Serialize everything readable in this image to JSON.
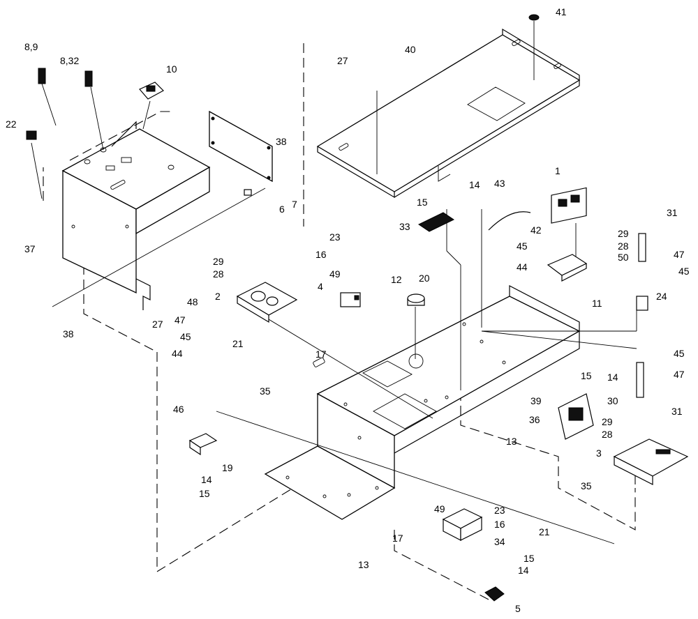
{
  "callouts": [
    {
      "id": "c-1",
      "text": "1"
    },
    {
      "id": "c-2",
      "text": "2"
    },
    {
      "id": "c-3",
      "text": "3"
    },
    {
      "id": "c-4",
      "text": "4"
    },
    {
      "id": "c-5",
      "text": "5"
    },
    {
      "id": "c-6",
      "text": "6"
    },
    {
      "id": "c-7",
      "text": "7"
    },
    {
      "id": "c-8-9",
      "text": "8,9"
    },
    {
      "id": "c-8-32",
      "text": "8,32"
    },
    {
      "id": "c-10",
      "text": "10"
    },
    {
      "id": "c-11",
      "text": "11"
    },
    {
      "id": "c-12",
      "text": "12"
    },
    {
      "id": "c-13a",
      "text": "13"
    },
    {
      "id": "c-13b",
      "text": "13"
    },
    {
      "id": "c-14a",
      "text": "14"
    },
    {
      "id": "c-14b",
      "text": "14"
    },
    {
      "id": "c-14c",
      "text": "14"
    },
    {
      "id": "c-14d",
      "text": "14"
    },
    {
      "id": "c-15a",
      "text": "15"
    },
    {
      "id": "c-15b",
      "text": "15"
    },
    {
      "id": "c-15c",
      "text": "15"
    },
    {
      "id": "c-15d",
      "text": "15"
    },
    {
      "id": "c-16a",
      "text": "16"
    },
    {
      "id": "c-16b",
      "text": "16"
    },
    {
      "id": "c-17a",
      "text": "17"
    },
    {
      "id": "c-17b",
      "text": "17"
    },
    {
      "id": "c-19",
      "text": "19"
    },
    {
      "id": "c-20",
      "text": "20"
    },
    {
      "id": "c-21a",
      "text": "21"
    },
    {
      "id": "c-21b",
      "text": "21"
    },
    {
      "id": "c-22",
      "text": "22"
    },
    {
      "id": "c-23a",
      "text": "23"
    },
    {
      "id": "c-23b",
      "text": "23"
    },
    {
      "id": "c-24",
      "text": "24"
    },
    {
      "id": "c-27a",
      "text": "27"
    },
    {
      "id": "c-27b",
      "text": "27"
    },
    {
      "id": "c-28a",
      "text": "28"
    },
    {
      "id": "c-28b",
      "text": "28"
    },
    {
      "id": "c-28c",
      "text": "28"
    },
    {
      "id": "c-29a",
      "text": "29"
    },
    {
      "id": "c-29b",
      "text": "29"
    },
    {
      "id": "c-29c",
      "text": "29"
    },
    {
      "id": "c-30",
      "text": "30"
    },
    {
      "id": "c-31a",
      "text": "31"
    },
    {
      "id": "c-31b",
      "text": "31"
    },
    {
      "id": "c-33",
      "text": "33"
    },
    {
      "id": "c-34",
      "text": "34"
    },
    {
      "id": "c-35a",
      "text": "35"
    },
    {
      "id": "c-35b",
      "text": "35"
    },
    {
      "id": "c-36",
      "text": "36"
    },
    {
      "id": "c-37",
      "text": "37"
    },
    {
      "id": "c-38a",
      "text": "38"
    },
    {
      "id": "c-38b",
      "text": "38"
    },
    {
      "id": "c-39",
      "text": "39"
    },
    {
      "id": "c-40",
      "text": "40"
    },
    {
      "id": "c-41",
      "text": "41"
    },
    {
      "id": "c-42",
      "text": "42"
    },
    {
      "id": "c-43",
      "text": "43"
    },
    {
      "id": "c-44a",
      "text": "44"
    },
    {
      "id": "c-44b",
      "text": "44"
    },
    {
      "id": "c-45a",
      "text": "45"
    },
    {
      "id": "c-45b",
      "text": "45"
    },
    {
      "id": "c-45c",
      "text": "45"
    },
    {
      "id": "c-45d",
      "text": "45"
    },
    {
      "id": "c-46",
      "text": "46"
    },
    {
      "id": "c-47a",
      "text": "47"
    },
    {
      "id": "c-47b",
      "text": "47"
    },
    {
      "id": "c-47c",
      "text": "47"
    },
    {
      "id": "c-48",
      "text": "48"
    },
    {
      "id": "c-49a",
      "text": "49"
    },
    {
      "id": "c-49b",
      "text": "49"
    },
    {
      "id": "c-50",
      "text": "50"
    }
  ]
}
